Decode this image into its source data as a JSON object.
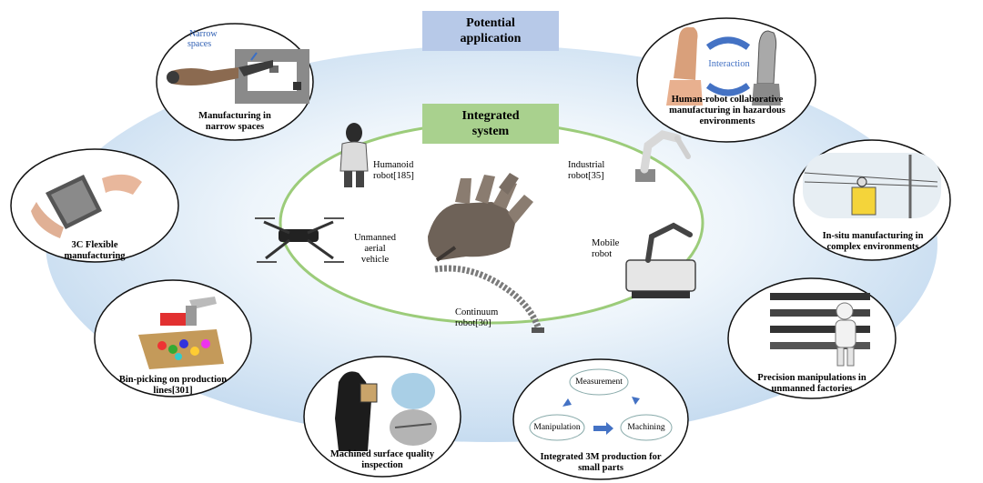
{
  "headers": {
    "potential": "Potential application",
    "integrated": "Integrated system"
  },
  "applications": {
    "narrow": {
      "title": "Manufacturing in narrow spaces",
      "callout": "Narrow spaces"
    },
    "human_robot": {
      "title": "Human-robot collaborative manufacturing in hazardous environments",
      "callout": "Interaction"
    },
    "in_situ": {
      "title": "In-situ manufacturing in complex environments"
    },
    "precision": {
      "title": "Precision manipulations in unmanned factories"
    },
    "three_m": {
      "title": "Integrated 3M production for small parts",
      "nodes": [
        "Measurement",
        "Manipulation",
        "Machining"
      ]
    },
    "surface": {
      "title": "Machined surface quality inspection"
    },
    "bin": {
      "title": "Bin-picking on production lines[301]"
    },
    "flex": {
      "title": "3C Flexible manufacturing"
    }
  },
  "systems": {
    "humanoid": "Humanoid robot[185]",
    "industrial": "Industrial robot[35]",
    "uav": "Unmanned aerial vehicle",
    "mobile": "Mobile robot",
    "continuum": "Continuum robot[30]"
  },
  "colors": {
    "outer_fill": "#cfe1f2",
    "inner_fill": "#ffffff",
    "inner_ring": "#9ccc7a",
    "potential_box": "#b7c9e8",
    "integrated_box": "#a9d18e",
    "arrow_blue": "#4472c4"
  }
}
